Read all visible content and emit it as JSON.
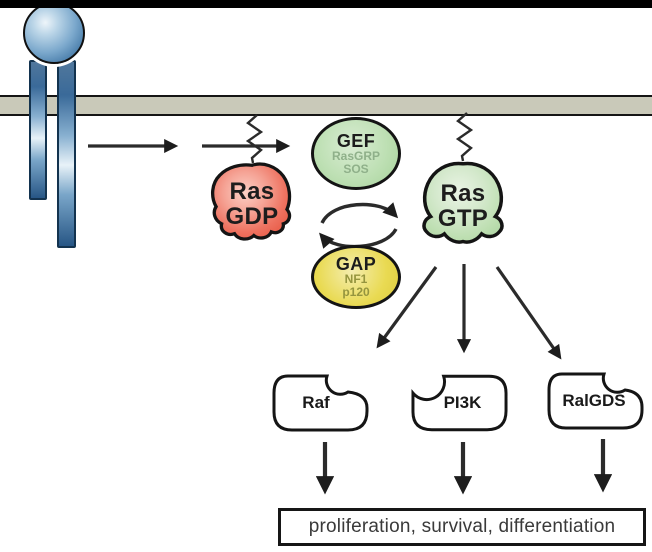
{
  "membrane": {
    "fill": "#c9c9b9",
    "border_color": "#151515"
  },
  "receptor": {
    "ball_color": "#7ba8cc",
    "bar_color": "#3a6a99"
  },
  "nodes": {
    "gef": {
      "title": "GEF",
      "sub1": "RasGRP",
      "sub2": "SOS",
      "fill": "#bee0b4",
      "sub_text_color": "#8fb08a"
    },
    "gap": {
      "title": "GAP",
      "sub1": "NF1",
      "sub2": "p120",
      "fill": "#e9da52",
      "sub_text_color": "#95953e"
    },
    "ras_gdp": {
      "line1": "Ras",
      "line2": "GDP",
      "fill": "#f5a294"
    },
    "ras_gtp": {
      "line1": "Ras",
      "line2": "GTP",
      "fill": "#d3e8cb"
    }
  },
  "effectors": [
    {
      "label": "Raf"
    },
    {
      "label": "PI3K"
    },
    {
      "label": "RalGDS"
    }
  ],
  "outcome": {
    "label": "proliferation, survival, differentiation"
  },
  "colors": {
    "arrow": "#2b2b2b",
    "outline": "#141414",
    "background": "#ffffff",
    "top_bar": "#000000"
  }
}
